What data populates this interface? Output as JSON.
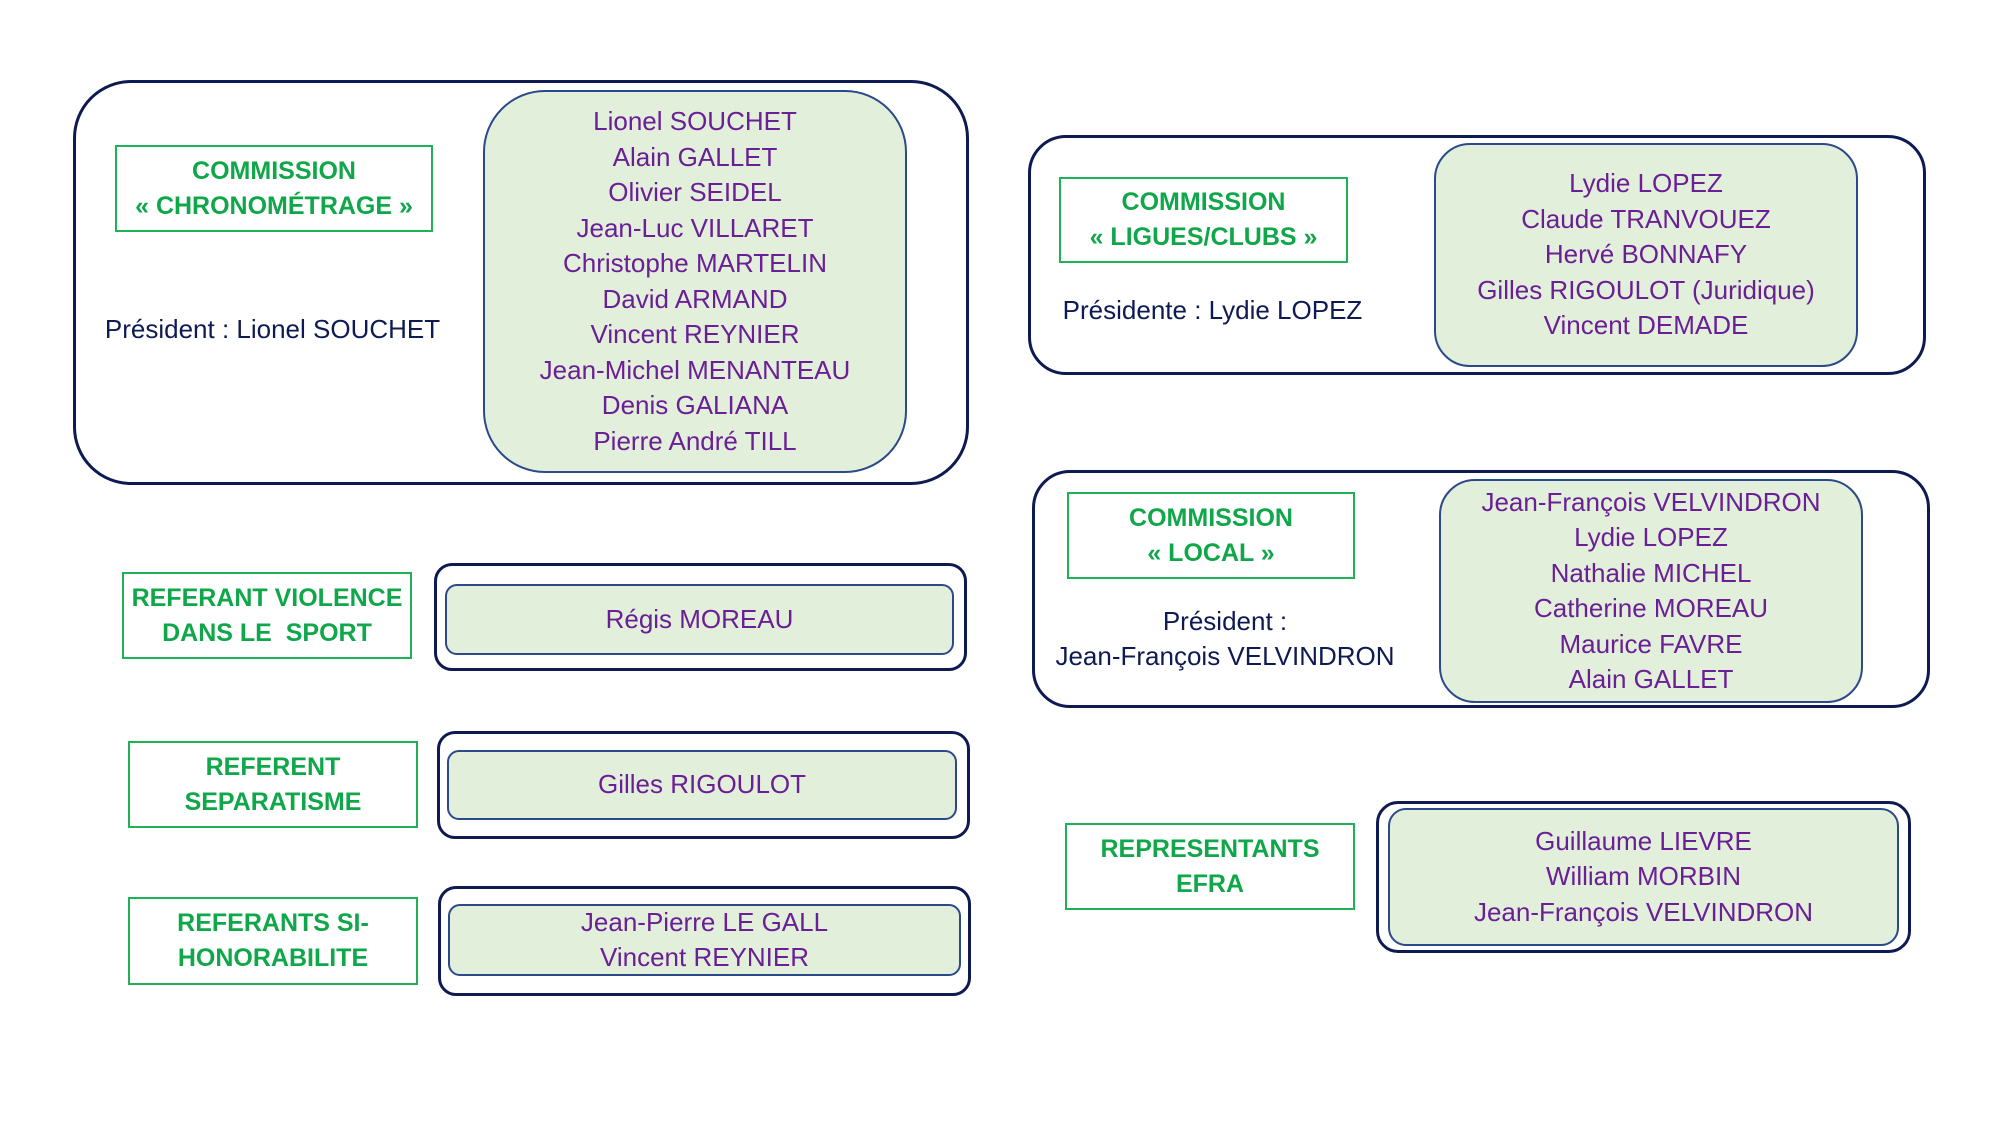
{
  "colors": {
    "title_green": "#0fa74a",
    "title_border": "#1fb155",
    "navy": "#0e1a52",
    "member_fill": "#e2efda",
    "member_border": "#2b4a8a",
    "member_text": "#6a1f96"
  },
  "chronometrage": {
    "title": [
      "COMMISSION",
      "« CHRONOMÉTRAGE »"
    ],
    "president": "Président : Lionel SOUCHET",
    "members": [
      "Lionel SOUCHET",
      "Alain GALLET",
      "Olivier SEIDEL",
      "Jean-Luc VILLARET",
      "Christophe MARTELIN",
      "David ARMAND",
      "Vincent REYNIER",
      "Jean-Michel MENANTEAU",
      "Denis GALIANA",
      "Pierre André TILL"
    ]
  },
  "ligues_clubs": {
    "title": [
      "COMMISSION",
      "« LIGUES/CLUBS »"
    ],
    "president": "Présidente : Lydie LOPEZ",
    "members": [
      "Lydie LOPEZ",
      "Claude TRANVOUEZ",
      "Hervé BONNAFY",
      "Gilles RIGOULOT (Juridique)",
      "Vincent DEMADE"
    ]
  },
  "local": {
    "title": [
      "COMMISSION",
      "« LOCAL »"
    ],
    "president": [
      "Président :",
      "Jean-François VELVINDRON"
    ],
    "members": [
      "Jean-François VELVINDRON",
      "Lydie LOPEZ",
      "Nathalie MICHEL",
      "Catherine MOREAU",
      "Maurice FAVRE",
      "Alain GALLET"
    ]
  },
  "violence": {
    "title": [
      "REFERANT VIOLENCE",
      "DANS LE  SPORT"
    ],
    "members": [
      "Régis MOREAU"
    ]
  },
  "separatisme": {
    "title": [
      "REFERENT",
      "SEPARATISME"
    ],
    "members": [
      "Gilles RIGOULOT"
    ]
  },
  "honorabilite": {
    "title": [
      "REFERANTS SI-",
      "HONORABILITE"
    ],
    "members": [
      "Jean-Pierre LE GALL",
      "Vincent REYNIER"
    ]
  },
  "efra": {
    "title": [
      "REPRESENTANTS",
      "EFRA"
    ],
    "members": [
      "Guillaume LIEVRE",
      "William MORBIN",
      "Jean-François VELVINDRON"
    ]
  }
}
